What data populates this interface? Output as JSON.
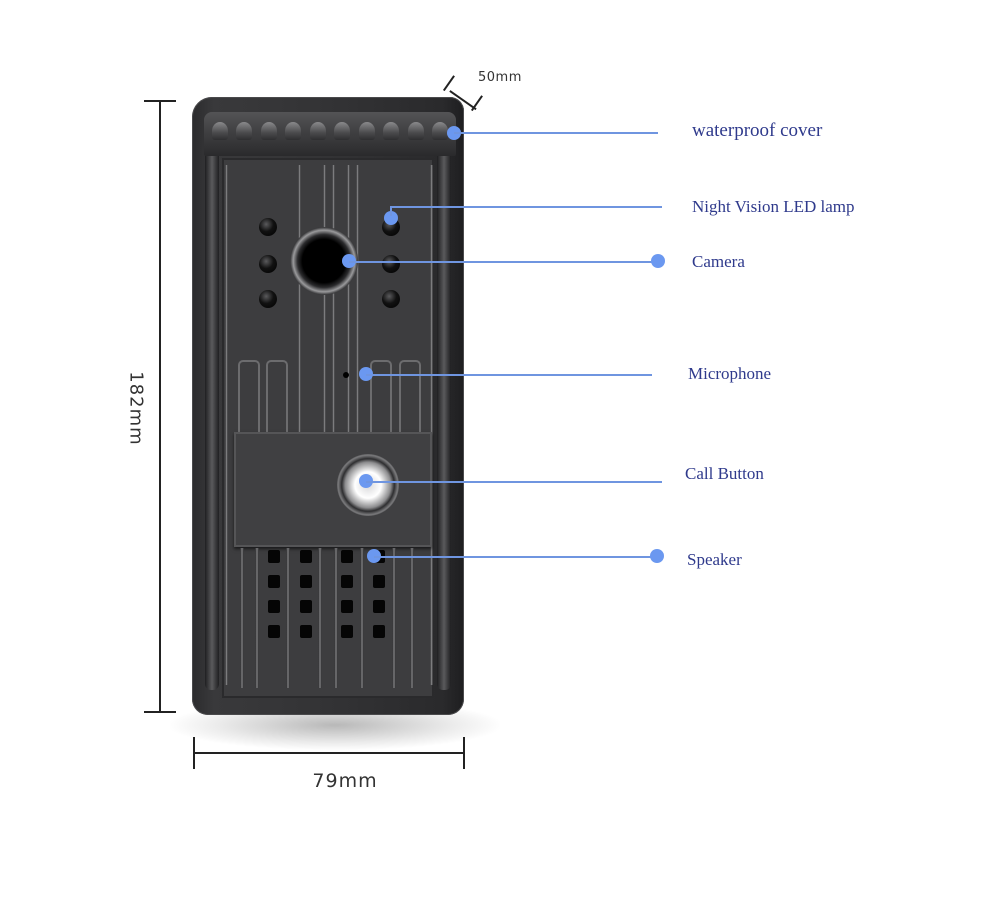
{
  "diagram": {
    "subject": "video doorbell outdoor unit",
    "dimensions": {
      "height": "182mm",
      "width": "79mm",
      "depth": "50mm"
    },
    "callouts": [
      {
        "id": "waterproof-cover",
        "label": "waterproof cover"
      },
      {
        "id": "night-vision-led",
        "label": "Night Vision LED lamp"
      },
      {
        "id": "camera",
        "label": "Camera"
      },
      {
        "id": "microphone",
        "label": "Microphone"
      },
      {
        "id": "call-button",
        "label": "Call Button"
      },
      {
        "id": "speaker",
        "label": "Speaker"
      }
    ],
    "colors": {
      "callout_line": "#6f95e0",
      "callout_dot": "#6b98f0",
      "label_text": "#2f3a8c",
      "dimension_text": "#333333",
      "device_body": "#333335"
    }
  }
}
